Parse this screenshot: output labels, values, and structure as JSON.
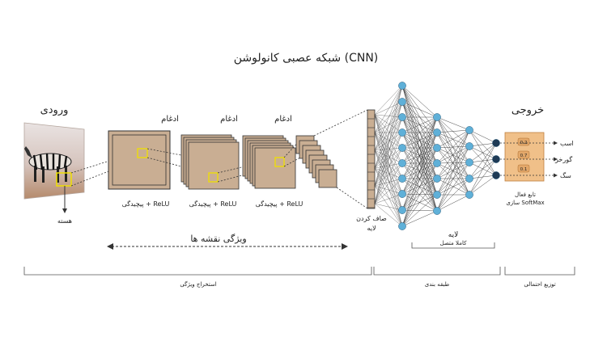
{
  "title": "شبکه عصبی کانولوشن (CNN)",
  "input_label": "ورودی",
  "kernel_label": "هسته",
  "pool_label": "ادغام",
  "relu_label": "پیچیدگی + ReLU",
  "flatten_label_1": "صاف کردن",
  "flatten_label_2": "لایه",
  "fc_label_1": "لایه",
  "fc_label_2": "کاملا متصل",
  "output_label": "خروجی",
  "output_classes": [
    "اسب",
    "گورخر",
    "سگ"
  ],
  "output_probs": [
    "0.2",
    "0.7",
    "0.1"
  ],
  "softmax_label_1": "تابع فعال",
  "softmax_label_2": "سازی SoftMax",
  "feature_maps_label": "ویژگی نقشه ها",
  "sections": {
    "feature_extraction": "استخراج ویژگی",
    "classification": "طبقه بندی",
    "probabilistic": "توزیع احتمالی"
  },
  "colors": {
    "feature_map": "#c9ae93",
    "node_light": "#5fb0d8",
    "node_dark": "#1e3a55",
    "highlight": "#f0e000",
    "softmax_box": "#f0c089"
  }
}
